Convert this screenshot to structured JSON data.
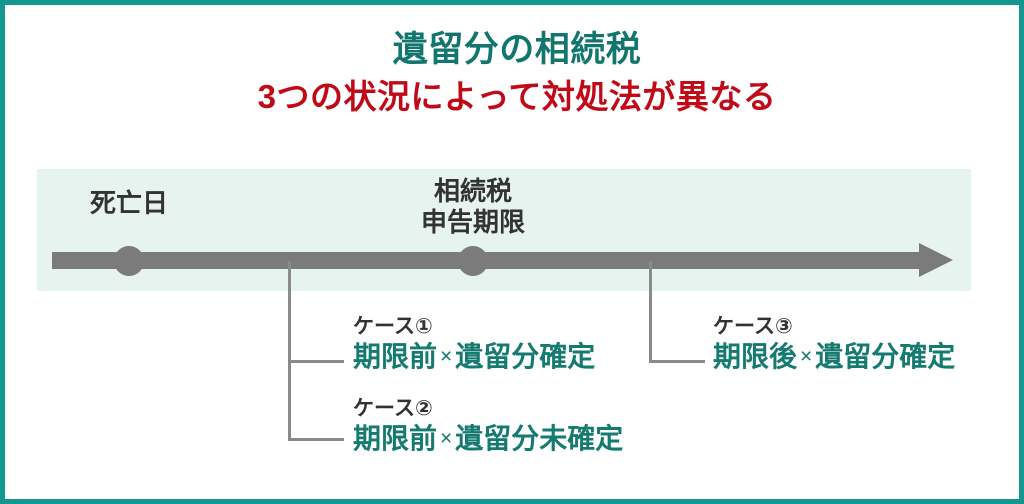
{
  "title": {
    "main": "遺留分の相続税",
    "sub": "3つの状況によって対処法が異なる"
  },
  "timeline": {
    "markers": [
      {
        "label": "死亡日",
        "name": "death-date"
      },
      {
        "label_line1": "相続税",
        "label_line2": "申告期限",
        "name": "tax-filing-deadline"
      }
    ]
  },
  "cases": [
    {
      "tag": "ケース①",
      "prefix": "期限前",
      "separator": "×",
      "suffix": "遺留分確定"
    },
    {
      "tag": "ケース②",
      "prefix": "期限前",
      "separator": "×",
      "suffix": "遺留分未確定"
    },
    {
      "tag": "ケース③",
      "prefix": "期限後",
      "separator": "×",
      "suffix": "遺留分確定"
    }
  ],
  "colors": {
    "border": "#13978f",
    "title_teal": "#12766f",
    "title_red": "#c00a17",
    "band_bg": "#e7f3ef",
    "axis_gray": "#7b7b7b",
    "connector_gray": "#8a8a8a",
    "case_teal": "#157a70",
    "label_dark": "#333333"
  }
}
